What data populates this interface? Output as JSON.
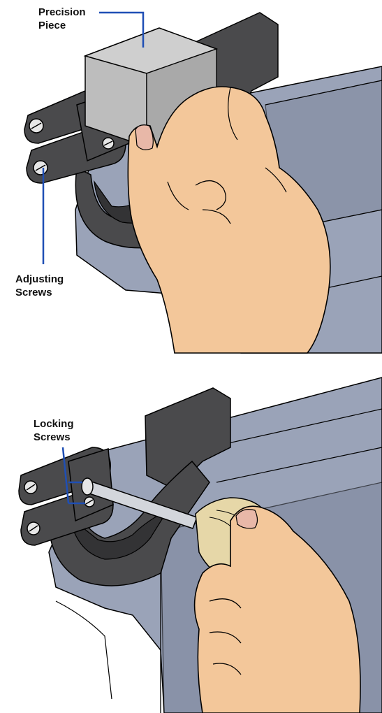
{
  "labels": {
    "precision_piece": "Precision\nPiece",
    "adjusting_screws": "Adjusting\nScrews",
    "locking_screws": "Locking\nScrews"
  },
  "colors": {
    "leader_line": "#1f4fb5",
    "rail": "#9aa3b8",
    "rail_dark": "#7f889e",
    "anvil_body": "#4a4a4c",
    "anvil_dark": "#333335",
    "block": "#bdbdbd",
    "skin": "#f3c79a",
    "nail": "#e8b8a8",
    "handle": "#e6d7a8",
    "shaft": "#d3d6dc"
  }
}
